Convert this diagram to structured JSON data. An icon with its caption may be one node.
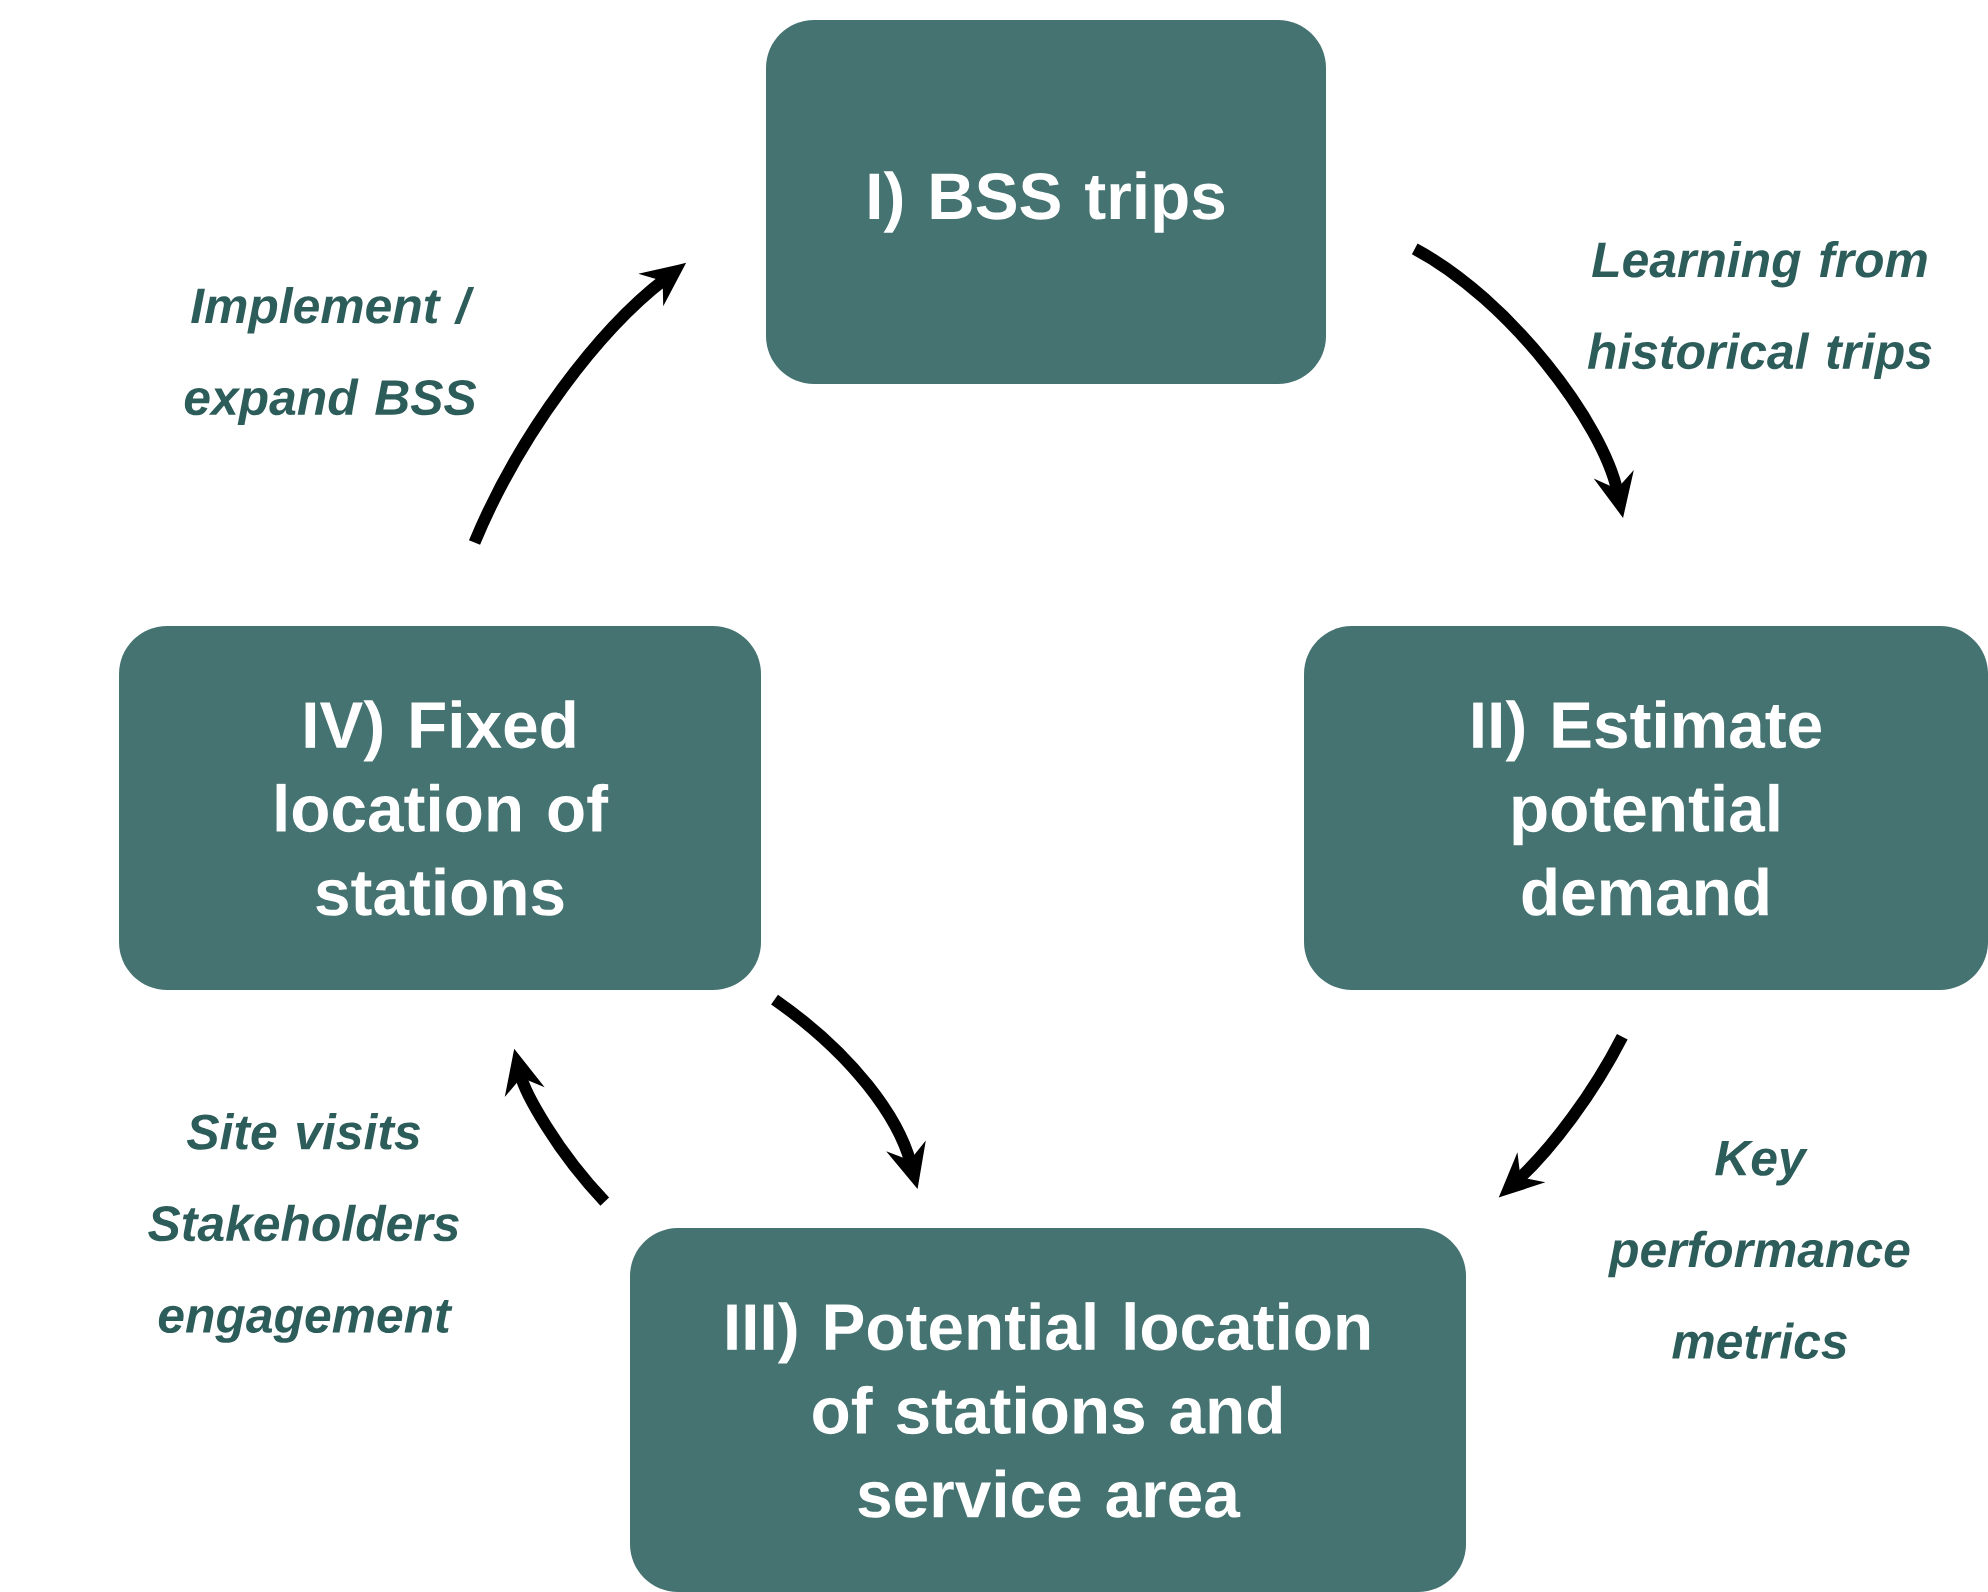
{
  "diagram": {
    "nodes": [
      {
        "text": [
          "I) BSS trips"
        ]
      },
      {
        "text": [
          "II) Estimate potential demand"
        ]
      },
      {
        "text": [
          "III) Potential location of stations and service area"
        ]
      },
      {
        "text": [
          "IV) Fixed location of stations"
        ]
      }
    ],
    "edges": [
      {
        "from": 0,
        "to": 1,
        "arrow": "to",
        "label": "Learning from historical trips"
      },
      {
        "from": 1,
        "to": 2,
        "arrow": "to",
        "label": "Key performance metrics"
      },
      {
        "from": 3,
        "to": 2,
        "arrow": "to"
      },
      {
        "from": 2,
        "to": 3,
        "arrow": "to",
        "label": "Site visits Stakeholders engagement"
      },
      {
        "from": 3,
        "to": 0,
        "arrow": "to",
        "label": "Implement / expand BSS"
      }
    ]
  }
}
